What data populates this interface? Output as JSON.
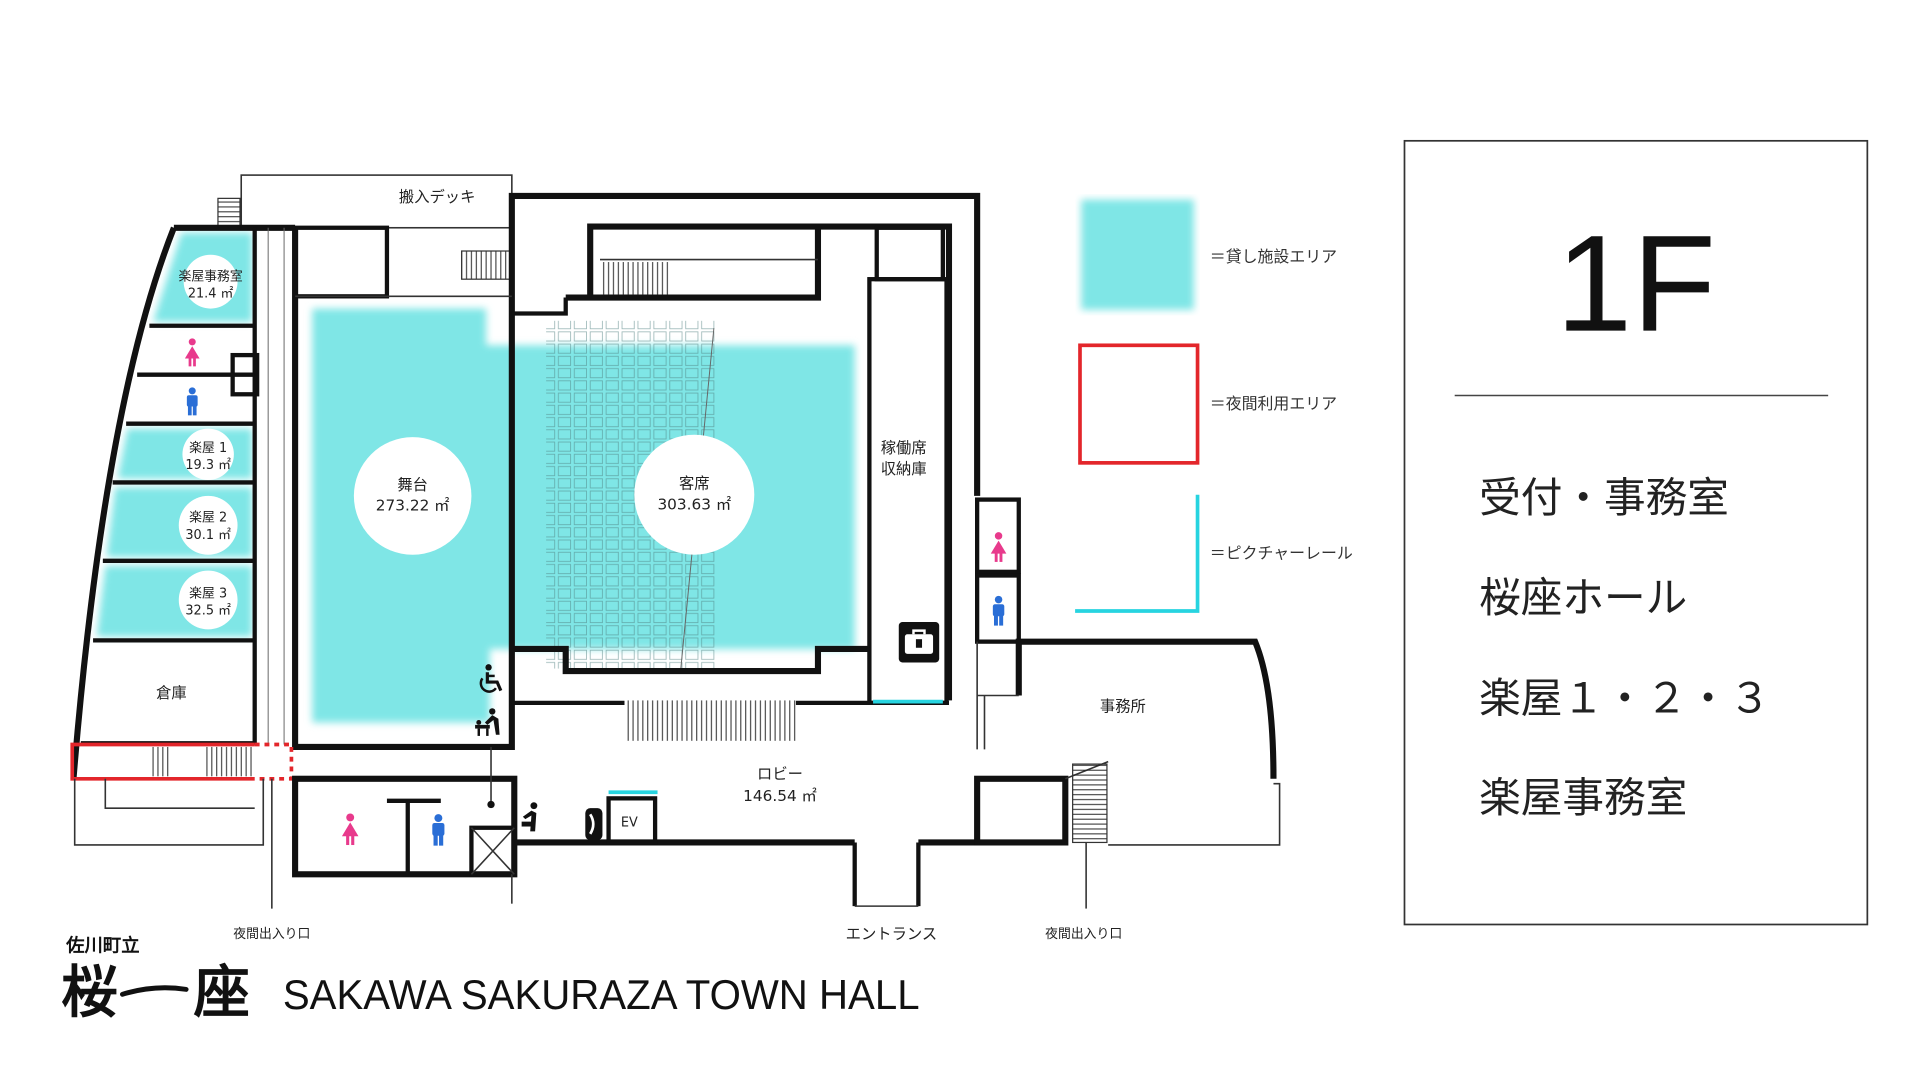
{
  "floor": "1F",
  "facilities": [
    "受付・事務室",
    "桜座ホール",
    "楽屋１・２・３",
    "楽屋事務室"
  ],
  "legend": {
    "rental_area": "＝貸し施設エリア",
    "night_area": "＝夜間利用エリア",
    "picture_rail": "＝ピクチャーレール"
  },
  "rooms": {
    "loading_deck": "搬入デッキ",
    "dressing_office": {
      "name": "楽屋事務室",
      "area": "21.4 ㎡"
    },
    "dressing_1": {
      "name": "楽屋 1",
      "area": "19.3 ㎡"
    },
    "dressing_2": {
      "name": "楽屋 2",
      "area": "30.1 ㎡"
    },
    "dressing_3": {
      "name": "楽屋 3",
      "area": "32.5 ㎡"
    },
    "storage": "倉庫",
    "stage": {
      "name": "舞台",
      "area": "273.22 ㎡"
    },
    "audience": {
      "name": "客席",
      "area": "303.63 ㎡"
    },
    "movable_seat_storage": [
      "稼働席",
      "収納庫"
    ],
    "office": "事務所",
    "lobby": {
      "name": "ロビー",
      "area": "146.54 ㎡"
    },
    "elevator": "EV"
  },
  "exits": {
    "night_entrance_left": "夜間出入り口",
    "entrance": "エントランス",
    "night_entrance_right": "夜間出入り口"
  },
  "branding": {
    "municipality": "佐川町立",
    "logo": "桜座",
    "title": "SAKAWA SAKURAZA TOWN HALL"
  },
  "colors": {
    "rental_area": "#7fe6e6",
    "night_area": "#e3262b",
    "picture_rail": "#27d4e0",
    "female": "#e83a8c",
    "male": "#2a6ed6"
  },
  "icons": [
    "female-toilet-icon",
    "male-toilet-icon",
    "wheelchair-icon",
    "baby-changing-icon",
    "nursing-room-icon",
    "phone-icon",
    "locker-icon"
  ]
}
